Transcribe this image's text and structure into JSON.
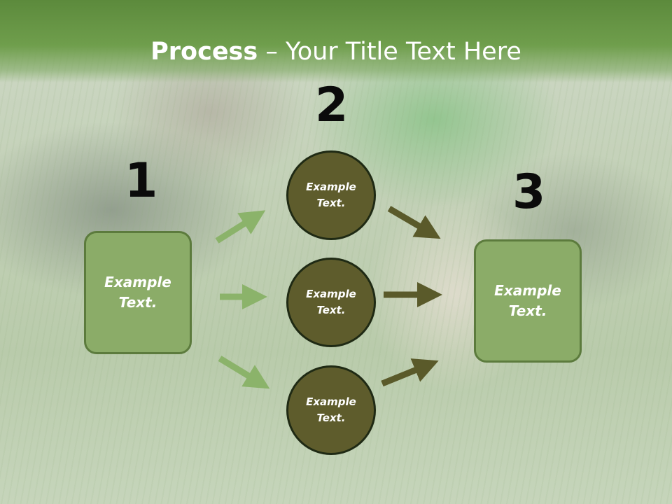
{
  "slide": {
    "title_bold": "Process",
    "title_rest": " – Your Title Text Here",
    "steps": [
      "1",
      "2",
      "3"
    ],
    "left_box": "Example Text.",
    "right_box": "Example Text.",
    "circles": [
      "Example Text.",
      "Example Text.",
      "Example Text."
    ]
  },
  "colors": {
    "header": "#6f9e4c",
    "box_fill": "#8bac68",
    "circle_fill": "#5e5c2c",
    "arrow_light": "#8bb36a",
    "arrow_dark": "#5a5a2a"
  }
}
